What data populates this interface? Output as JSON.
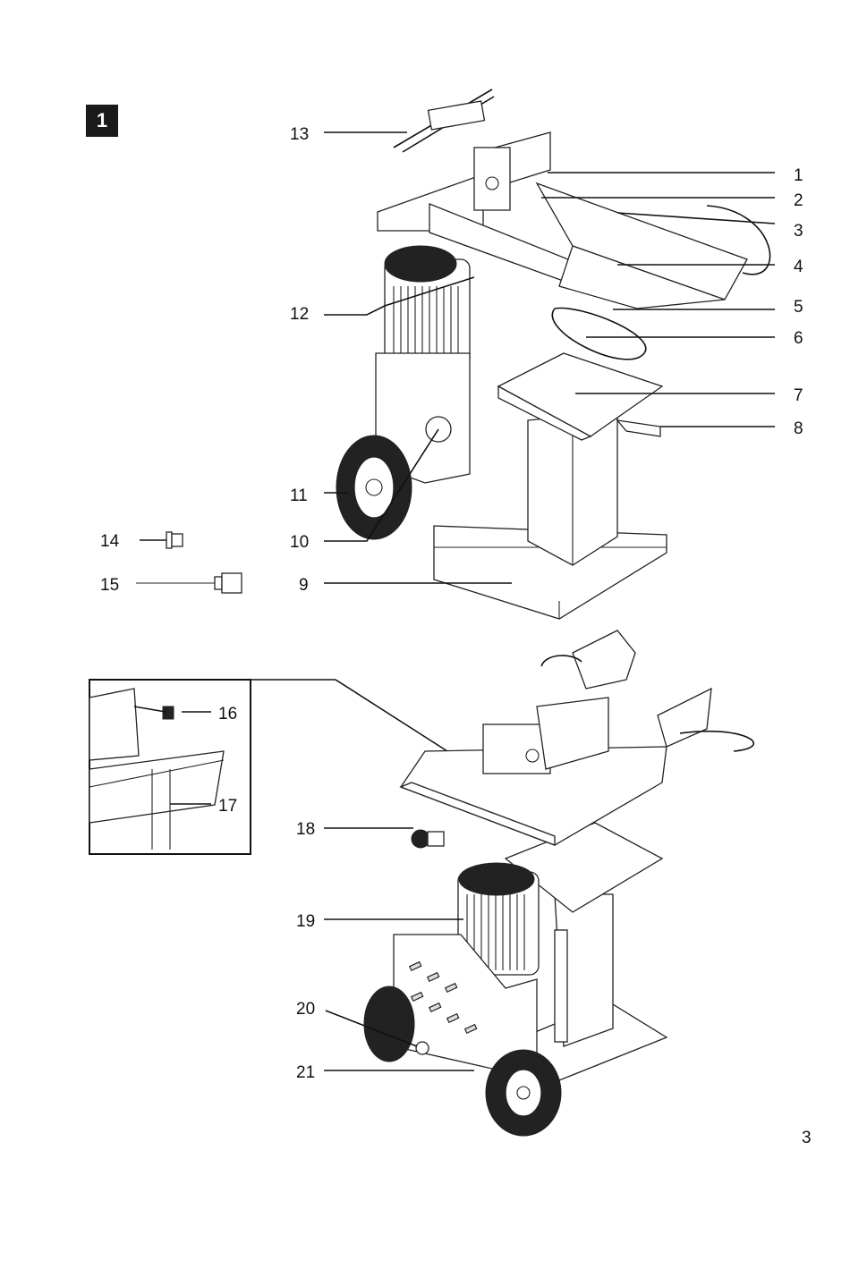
{
  "figure": {
    "badge": "1",
    "page_number": "3",
    "top_view": {
      "callouts": [
        {
          "id": "13",
          "label": "13"
        },
        {
          "id": "1",
          "label": "1"
        },
        {
          "id": "2",
          "label": "2"
        },
        {
          "id": "3",
          "label": "3"
        },
        {
          "id": "4",
          "label": "4"
        },
        {
          "id": "5",
          "label": "5"
        },
        {
          "id": "12",
          "label": "12"
        },
        {
          "id": "6",
          "label": "6"
        },
        {
          "id": "7",
          "label": "7"
        },
        {
          "id": "8",
          "label": "8"
        },
        {
          "id": "11",
          "label": "11"
        },
        {
          "id": "14",
          "label": "14"
        },
        {
          "id": "10",
          "label": "10"
        },
        {
          "id": "15",
          "label": "15"
        },
        {
          "id": "9",
          "label": "9"
        }
      ]
    },
    "bottom_view": {
      "callouts": [
        {
          "id": "16",
          "label": "16"
        },
        {
          "id": "17",
          "label": "17"
        },
        {
          "id": "18",
          "label": "18"
        },
        {
          "id": "19",
          "label": "19"
        },
        {
          "id": "20",
          "label": "20"
        },
        {
          "id": "21",
          "label": "21"
        }
      ]
    }
  }
}
